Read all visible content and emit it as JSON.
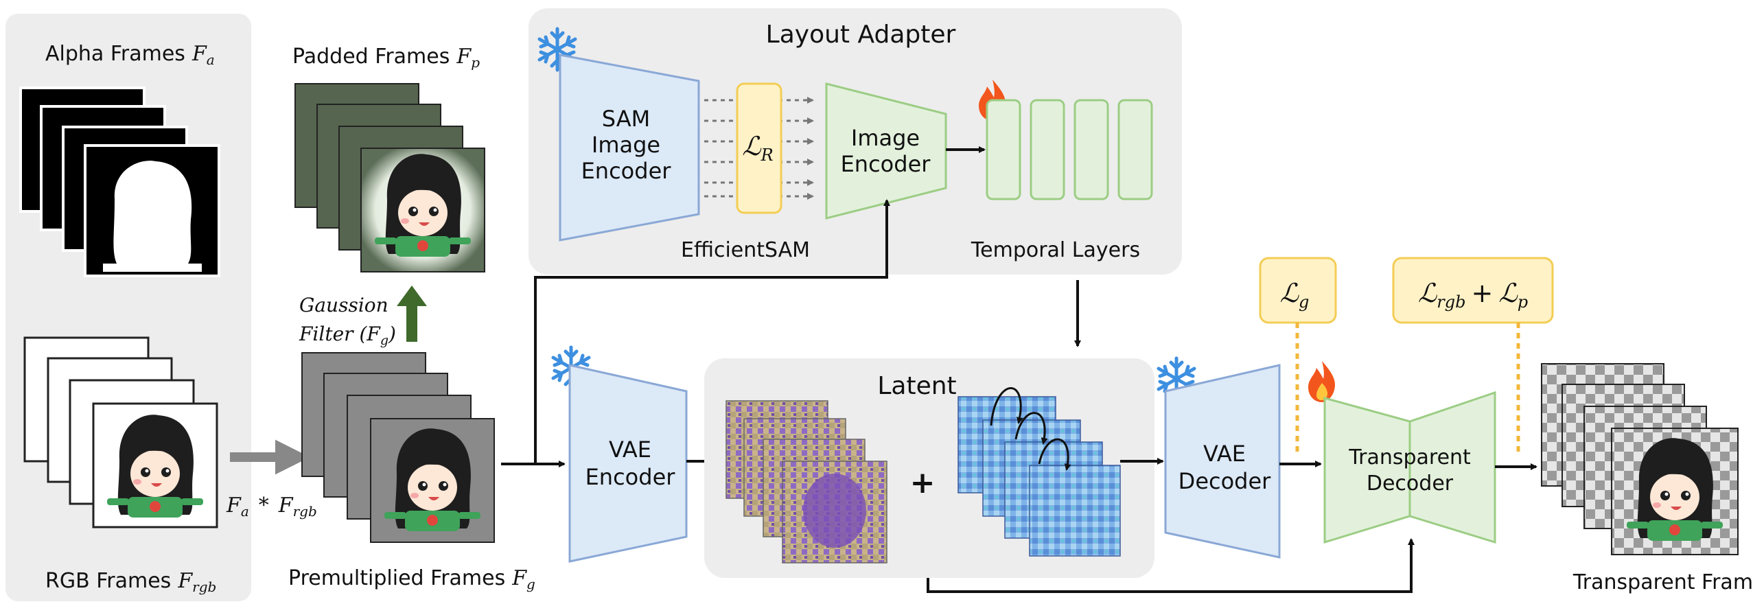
{
  "panels": {
    "input_labels": {
      "alpha": "Alpha Frames",
      "alpha_sym": "F",
      "alpha_sub": "a",
      "rgb": "RGB Frames",
      "rgb_sym": "F",
      "rgb_sub": "rgb"
    },
    "padded": {
      "label": "Padded Frames",
      "sym": "F",
      "sub": "p"
    },
    "filter": {
      "line1": "Gaussion",
      "line2": "Filter (",
      "sym": "F",
      "sub": "g",
      "close": ")"
    },
    "premult": {
      "label": "Premultiplied Frames",
      "sym": "F",
      "sub": "g",
      "op_a": "F",
      "op_a_sub": "a",
      "op_star": "*",
      "op_b": "F",
      "op_b_sub": "rgb"
    }
  },
  "layout_adapter": {
    "title": "Layout Adapter",
    "sam_lines": [
      "SAM",
      "Image",
      "Encoder"
    ],
    "loss_sym": "ℒ",
    "loss_sub": "R",
    "img_enc_lines": [
      "Image",
      "Encoder"
    ],
    "efficient_sam": "EfficientSAM",
    "temporal": "Temporal Layers"
  },
  "latent": {
    "title": "Latent",
    "plus": "+"
  },
  "vae_encoder_lines": [
    "VAE",
    "Encoder"
  ],
  "vae_decoder_lines": [
    "VAE",
    "Decoder"
  ],
  "transparent_decoder_lines": [
    "Transparent",
    "Decoder"
  ],
  "losses": {
    "g_sym": "ℒ",
    "g_sub": "g",
    "rgb_sym": "ℒ",
    "rgb_sub": "rgb",
    "plus": "+",
    "p_sym": "ℒ",
    "p_sub": "p"
  },
  "output_label": "Transparent Frames",
  "icons": [
    "snowflake-icon",
    "fire-icon"
  ],
  "colors": {
    "frozen_fill": "#dce9f7",
    "frozen_stroke": "#8aa8d6",
    "train_fill": "#e3f1dc",
    "train_stroke": "#9ccd84",
    "loss_fill": "#fff2c7",
    "loss_stroke": "#f3cd55",
    "panel_fill": "#ededed",
    "filter_arrow": "#3f6a2b"
  }
}
